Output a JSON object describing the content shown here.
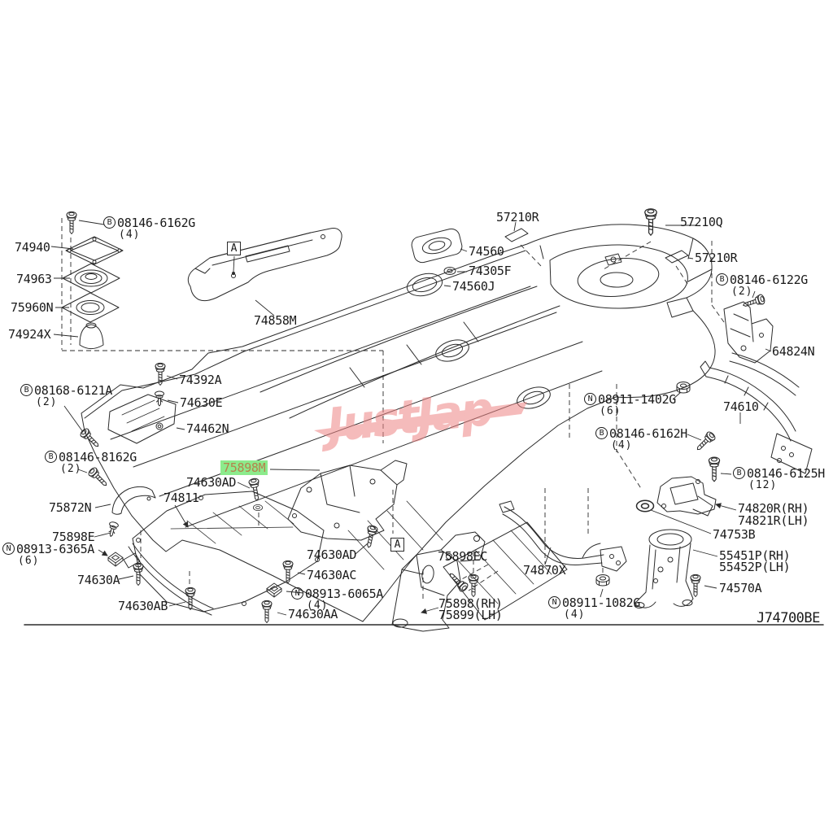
{
  "colors": {
    "highlight-bg": "#8ceb8c",
    "highlight-text": "#b5824c",
    "line": "#2b2b2b",
    "watermark": "#ee8484",
    "label": "#1a1a1a"
  },
  "watermark": "JustJap",
  "diagram_code": "J74700BE",
  "markers": {
    "a1": "A",
    "a2": "A"
  },
  "labels": {
    "b08146_6162g": {
      "prefix": "B",
      "text": "08146-6162G",
      "qty": "(4)"
    },
    "p74940": {
      "text": "74940"
    },
    "p74963": {
      "text": "74963"
    },
    "p75960n": {
      "text": "75960N"
    },
    "p74924x": {
      "text": "74924X"
    },
    "p74858m": {
      "text": "74858M"
    },
    "p57210r_a": {
      "text": "57210R"
    },
    "p57210q": {
      "text": "57210Q"
    },
    "p74560": {
      "text": "74560"
    },
    "p74305f": {
      "text": "74305F"
    },
    "p74560j": {
      "text": "74560J"
    },
    "p57210r_b": {
      "text": "57210R"
    },
    "b08146_6122g": {
      "prefix": "B",
      "text": "08146-6122G",
      "qty": "(2)"
    },
    "p64824n": {
      "text": "64824N"
    },
    "p74392a": {
      "text": "74392A"
    },
    "b08168_6121a": {
      "prefix": "B",
      "text": "08168-6121A",
      "qty": "(2)"
    },
    "p74630e": {
      "text": "74630E"
    },
    "p74462n": {
      "text": "74462N"
    },
    "b08146_8162g": {
      "prefix": "B",
      "text": "08146-8162G",
      "qty": "(2)"
    },
    "p75898m": {
      "text": "75898M",
      "highlighted": true
    },
    "p74630ad_1": {
      "text": "74630AD"
    },
    "p74811": {
      "text": "74811"
    },
    "p75872n": {
      "text": "75872N"
    },
    "p75898e": {
      "text": "75898E"
    },
    "n08913_6365a": {
      "prefix": "N",
      "text": "08913-6365A",
      "qty": "(6)"
    },
    "p74630a": {
      "text": "74630A"
    },
    "p74630ab": {
      "text": "74630AB"
    },
    "p74630aa": {
      "text": "74630AA"
    },
    "n08913_6065a": {
      "prefix": "N",
      "text": "08913-6065A",
      "qty": "(4)"
    },
    "p74630ac": {
      "text": "74630AC"
    },
    "p74630ad_2": {
      "text": "74630AD"
    },
    "p75898ec": {
      "text": "75898EC"
    },
    "p75898rh": {
      "text": "75898(RH)"
    },
    "p75899lh": {
      "text": "75899(LH)"
    },
    "p74870x": {
      "text": "74870X"
    },
    "n08911_1402g": {
      "prefix": "N",
      "text": "08911-1402G",
      "qty": "(6)"
    },
    "p74610": {
      "text": "74610"
    },
    "b08146_6162h": {
      "prefix": "B",
      "text": "08146-6162H",
      "qty": "(4)"
    },
    "b08146_6125h": {
      "prefix": "B",
      "text": "08146-6125H",
      "qty": "(12)"
    },
    "p74820r": {
      "text": "74820R(RH)"
    },
    "p74821r": {
      "text": "74821R(LH)"
    },
    "p74753b": {
      "text": "74753B"
    },
    "p55451p": {
      "text": "55451P(RH)"
    },
    "p55452p": {
      "text": "55452P(LH)"
    },
    "p74570a": {
      "text": "74570A"
    },
    "n08911_1082g": {
      "prefix": "N",
      "text": "08911-1082G",
      "qty": "(4)"
    }
  }
}
